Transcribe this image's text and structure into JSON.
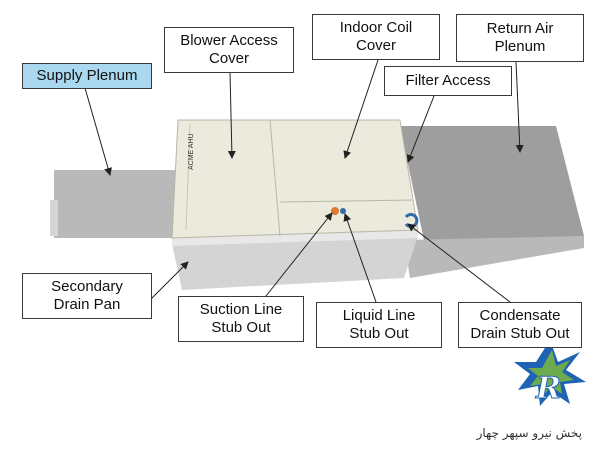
{
  "labels": {
    "supply_plenum": "Supply Plenum",
    "blower_access_cover": "Blower Access\nCover",
    "indoor_coil_cover": "Indoor Coil\nCover",
    "return_air_plenum": "Return Air\nPlenum",
    "filter_access": "Filter Access",
    "secondary_drain_pan": "Secondary\nDrain Pan",
    "suction_line_stub_out": "Suction Line\nStub Out",
    "liquid_line_stub_out": "Liquid Line\nStub Out",
    "condensate_drain_stub_out": "Condensate\nDrain Stub Out"
  },
  "unit_label": "ACME AHU",
  "logo_text": "پخش نیرو سپهر چهار",
  "colors": {
    "supply_highlight": "#a9d8f0",
    "cabinet": "#eceadc",
    "plenum": "#a8a8a8",
    "suction_port": "#e07a2f",
    "liquid_port": "#2f6ea8",
    "condensate_port": "#2f6ea8",
    "logo_blue": "#1f63b4",
    "logo_green": "#7ab83c"
  }
}
